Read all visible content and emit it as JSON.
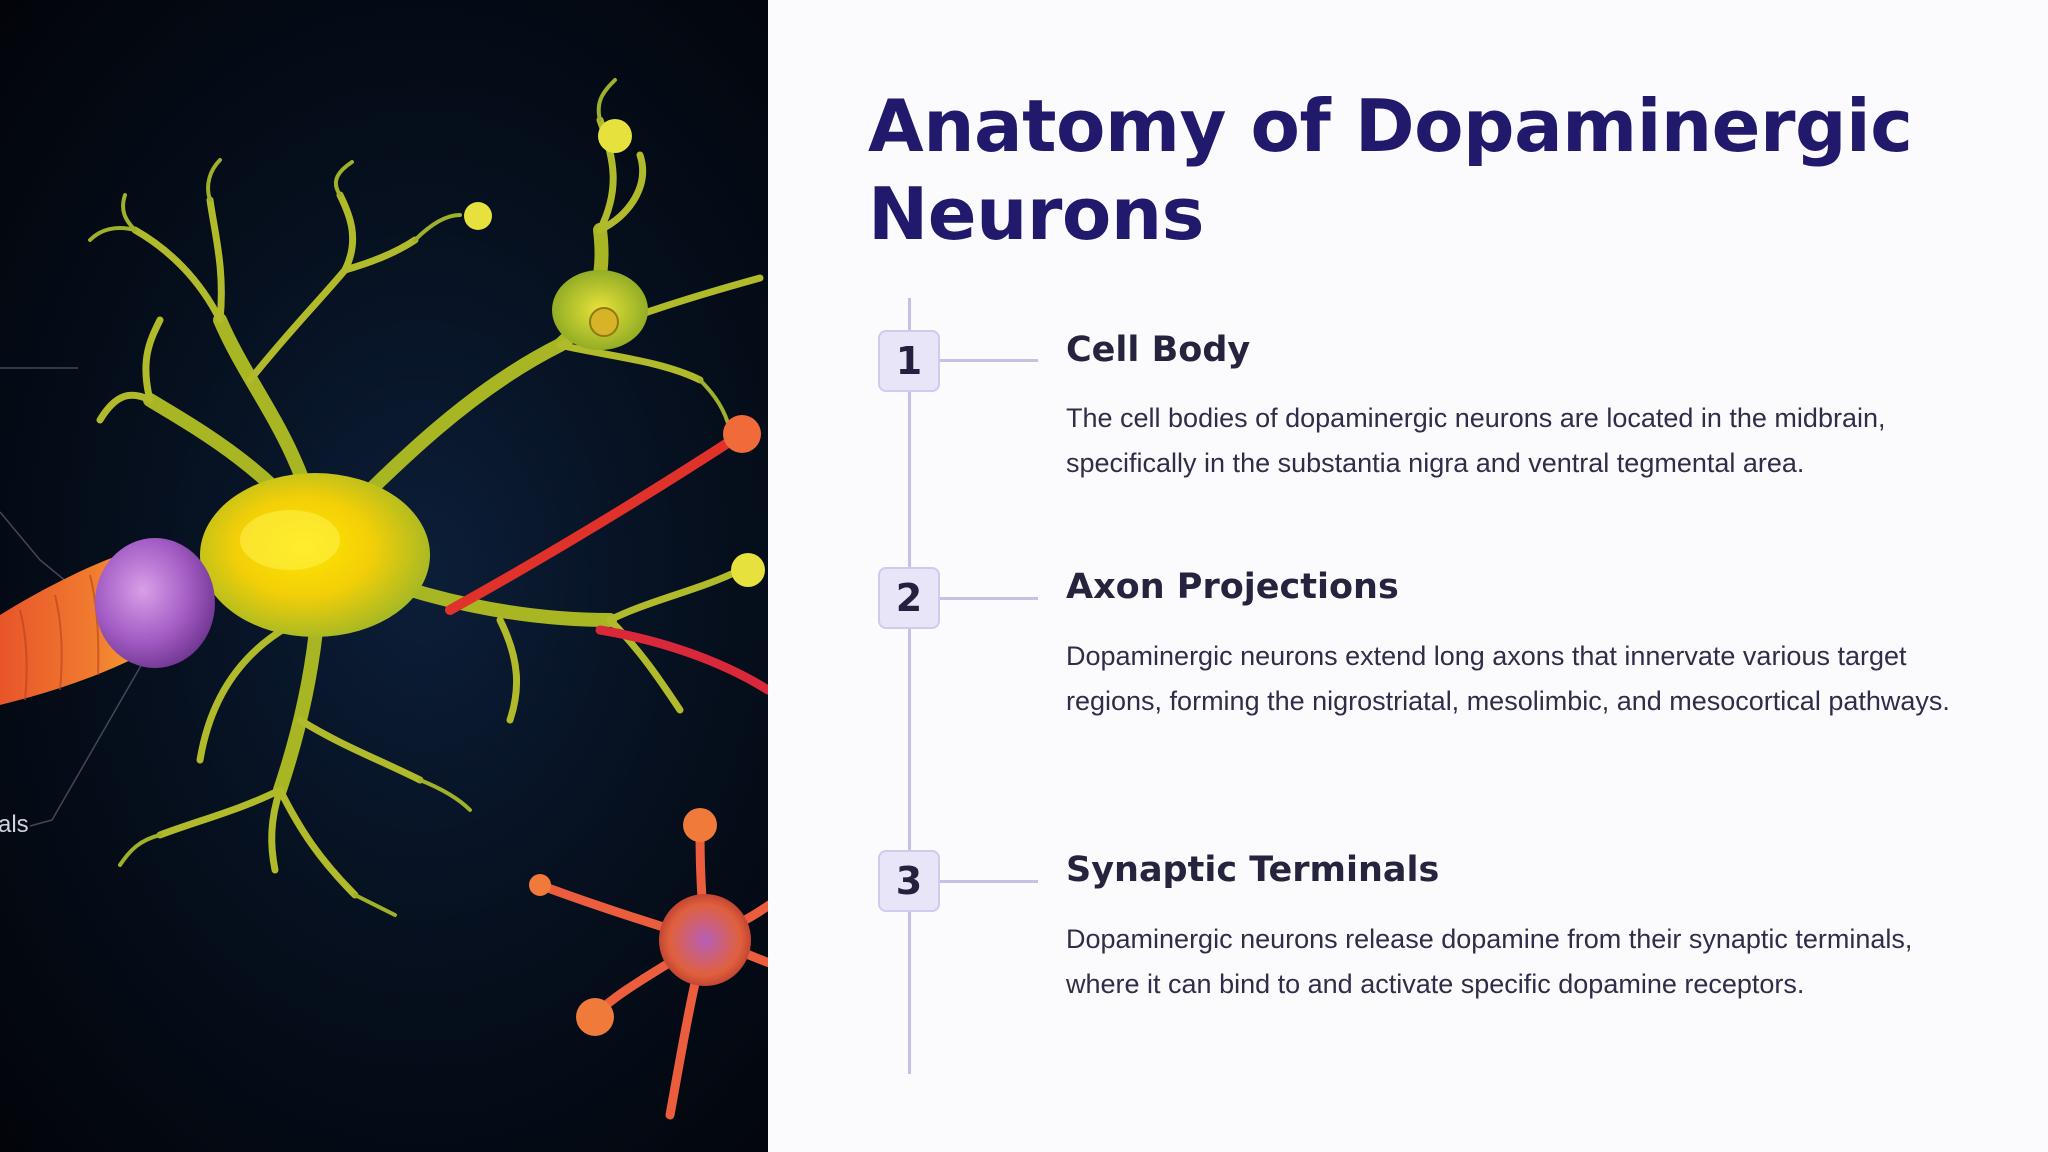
{
  "slide": {
    "title": "Anatomy of Dopaminergic Neurons",
    "image": {
      "label_fragment": "als"
    },
    "steps": [
      {
        "number": "1",
        "title": "Cell Body",
        "description": "The cell bodies of dopaminergic neurons are located in the midbrain, specifically in the substantia nigra and ventral tegmental area."
      },
      {
        "number": "2",
        "title": "Axon Projections",
        "description": "Dopaminergic neurons extend long axons that innervate various target regions, forming the nigrostriatal, mesolimbic, and mesocortical pathways."
      },
      {
        "number": "3",
        "title": "Synaptic Terminals",
        "description": "Dopaminergic neurons release dopamine from their synaptic terminals, where it can bind to and activate specific dopamine receptors."
      }
    ]
  },
  "colors": {
    "title": "#211a6c",
    "badge_bg": "#e8e5f8",
    "timeline": "#c4c1e6",
    "text": "#2f2d47",
    "image_bg": "#040a16"
  },
  "icons": [
    "neuron-illustration"
  ]
}
